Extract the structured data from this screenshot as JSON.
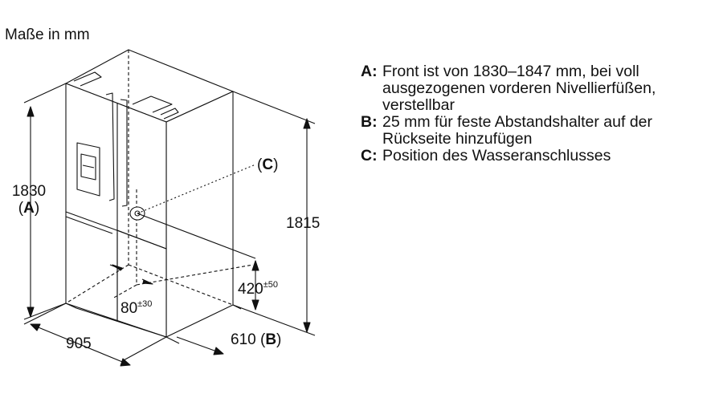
{
  "title": "Maße in mm",
  "legend": [
    {
      "key": "A:",
      "text": "Front ist von 1830–1847 mm, bei voll\nausgezogenen vorderen Nivellierfüßen,\nverstellbar"
    },
    {
      "key": "B:",
      "text": "25 mm für feste Abstandshalter auf der\nRückseite hinzufügen"
    },
    {
      "key": "C:",
      "text": "Position des Wasseranschlusses"
    }
  ],
  "dimensions": {
    "height_front": {
      "value": "1830",
      "key": "A"
    },
    "height_rear": {
      "value": "1815"
    },
    "width": {
      "value": "905"
    },
    "depth": {
      "value": "610",
      "key": "B"
    },
    "connection_height": {
      "value": "420",
      "tolerance": "±50"
    },
    "connection_side": {
      "value": "80",
      "tolerance": "±30"
    },
    "connection_marker": {
      "key": "C"
    }
  },
  "colors": {
    "line": "#111111",
    "background": "#ffffff"
  }
}
